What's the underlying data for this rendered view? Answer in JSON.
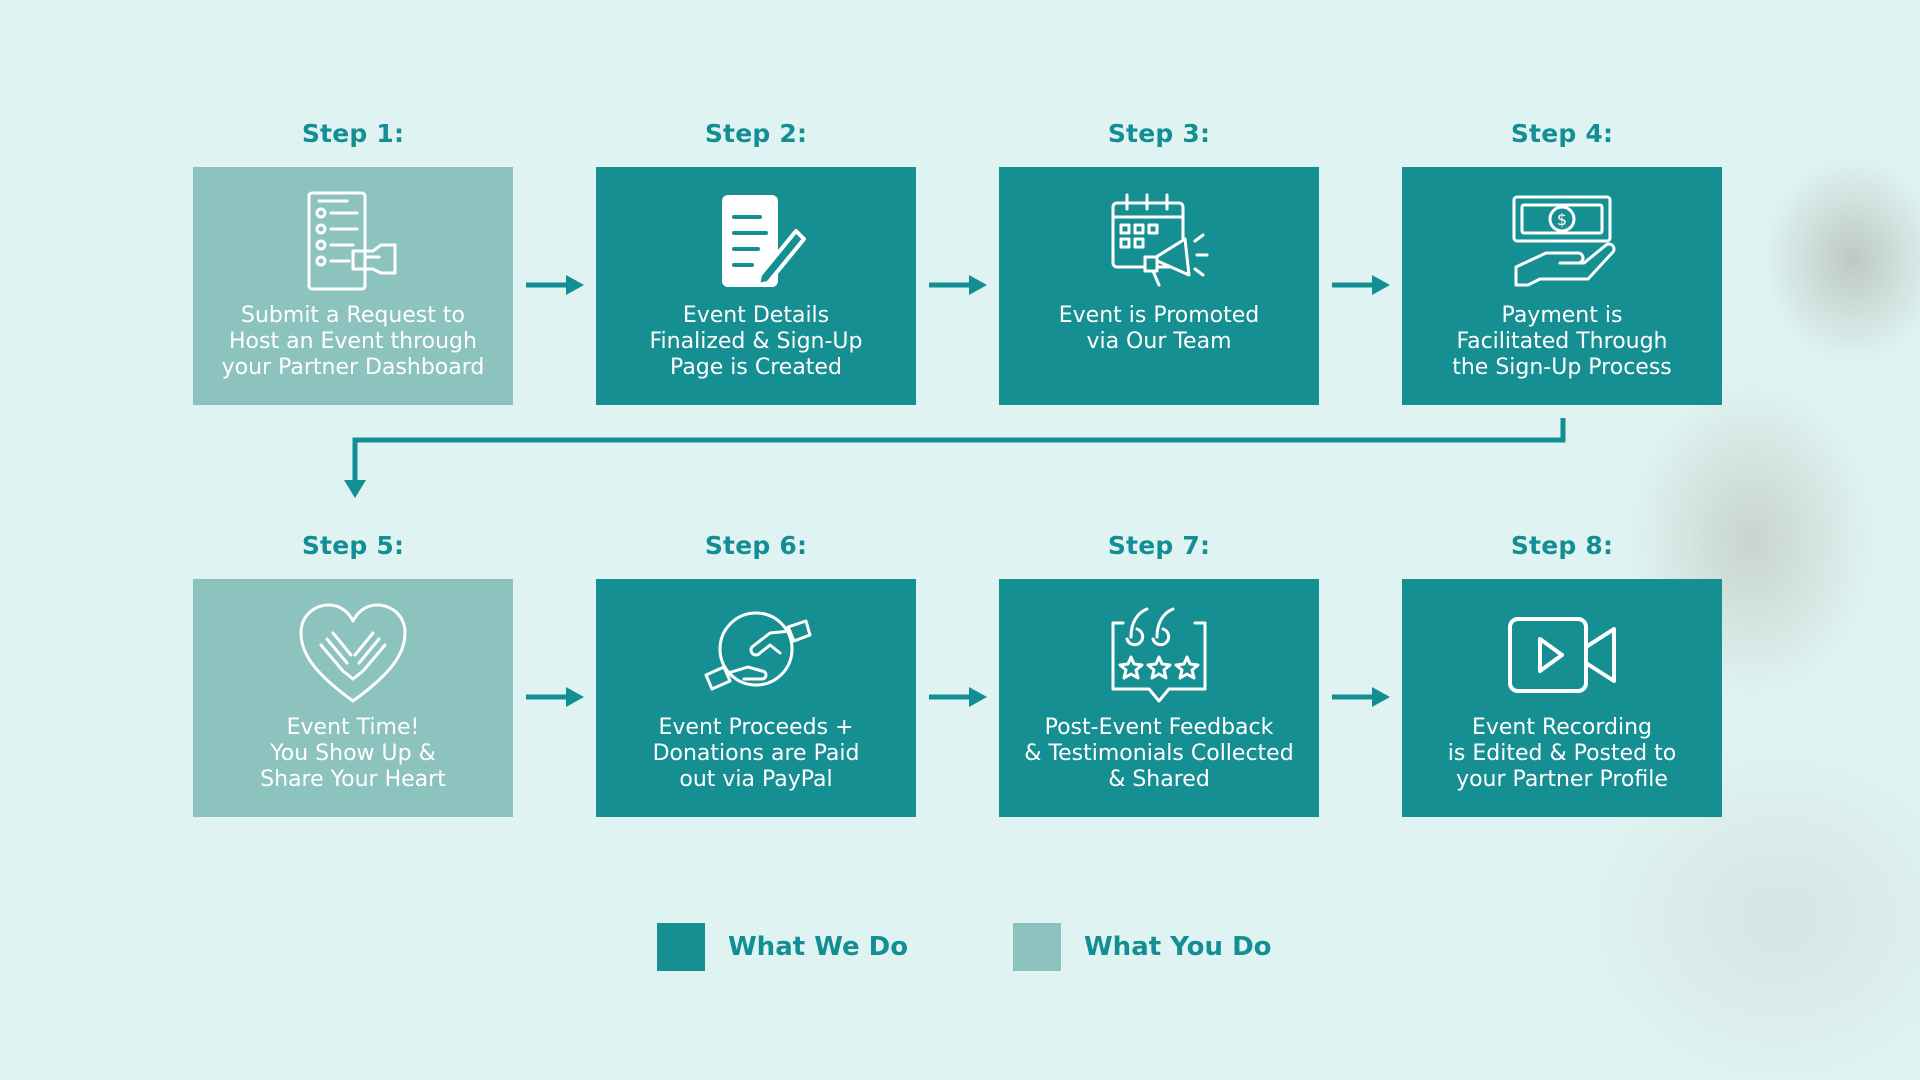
{
  "steps": [
    {
      "title": "Step 1:",
      "label": "Submit a Request to\nHost an Event through\nyour Partner Dashboard",
      "actor": "you",
      "icon": "request-form-icon"
    },
    {
      "title": "Step 2:",
      "label": "Event Details\nFinalized & Sign-Up\nPage is Created",
      "actor": "we",
      "icon": "document-pencil-icon"
    },
    {
      "title": "Step 3:",
      "label": "Event is Promoted\nvia Our Team",
      "actor": "we",
      "icon": "calendar-megaphone-icon"
    },
    {
      "title": "Step 4:",
      "label": "Payment is\nFacilitated Through\nthe Sign-Up Process",
      "actor": "we",
      "icon": "money-hand-icon"
    },
    {
      "title": "Step 5:",
      "label": "Event Time!\nYou Show Up &\nShare Your Heart",
      "actor": "you",
      "icon": "heart-hands-icon"
    },
    {
      "title": "Step 6:",
      "label": "Event Proceeds +\nDonations are Paid\nout via PayPal",
      "actor": "we",
      "icon": "handshake-icon"
    },
    {
      "title": "Step 7:",
      "label": "Post-Event Feedback\n& Testimonials Collected\n& Shared",
      "actor": "we",
      "icon": "quote-stars-icon"
    },
    {
      "title": "Step 8:",
      "label": "Event Recording\nis Edited & Posted to\nyour Partner Profile",
      "actor": "we",
      "icon": "video-camera-icon"
    }
  ],
  "legend": {
    "we": {
      "label": "What We Do",
      "color": "#168f93"
    },
    "you": {
      "label": "What You Do",
      "color": "#8cc3bf"
    }
  },
  "colors": {
    "accent": "#138f94",
    "background": "#dff4f2"
  }
}
